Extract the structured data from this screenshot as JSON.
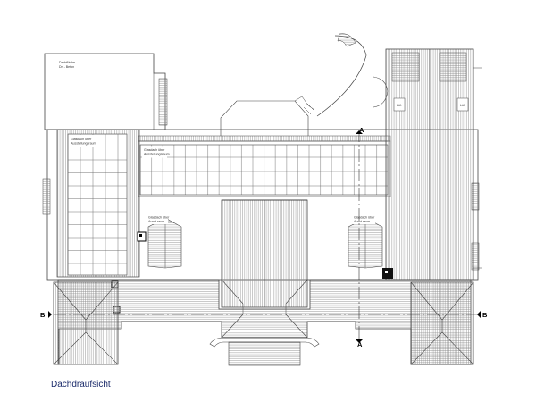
{
  "caption": "Dachdraufsicht",
  "section_marks": {
    "a_top": "A",
    "a_bottom": "A",
    "b_left": "B",
    "b_right": "B"
  },
  "notes": {
    "top_left_building": [
      "Dachfläche",
      "Dn - Beton"
    ],
    "left_glass_roof": [
      "Glasdach über",
      "Ausstellungsraum"
    ],
    "central_glass_roof": [
      "Glasdach über",
      "Ausstellungsraum"
    ],
    "left_skylight": [
      "Glasdach über",
      "Ausst.raum"
    ],
    "right_skylight": [
      "Glasdach über",
      "Ausst.raum"
    ]
  },
  "chimney_labels": {
    "left": "Lüf.",
    "right": "Lüf."
  },
  "colors": {
    "line": "#444444",
    "fine": "#8a8a8a",
    "caption": "#1a2a6a"
  }
}
